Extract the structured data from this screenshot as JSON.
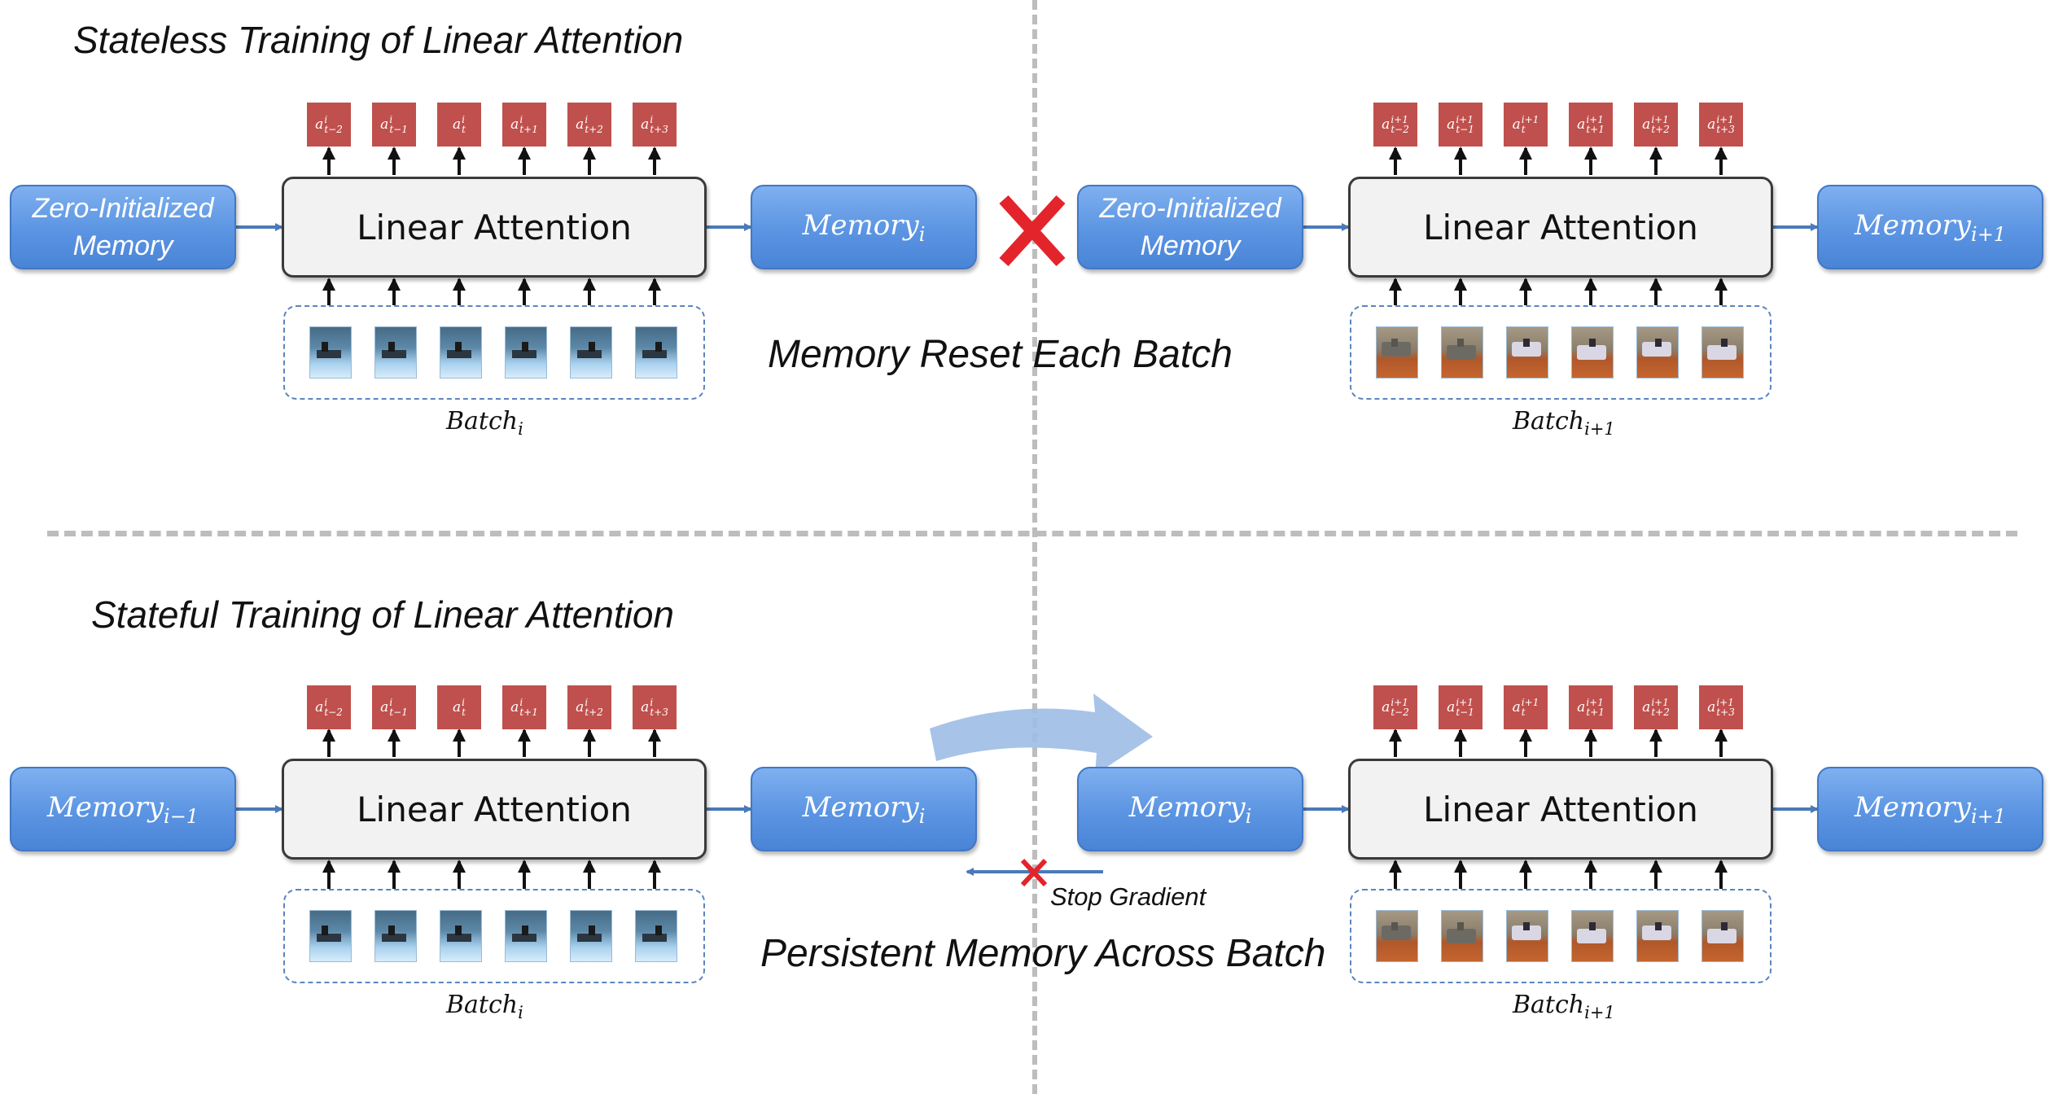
{
  "top_panel": {
    "title": "Stateless Training of Linear Attention",
    "caption": "Memory Reset Each Batch",
    "left": {
      "input_memory": "Zero-Initialized Memory",
      "model": "Linear Attention",
      "output_memory": {
        "base": "Memory",
        "sub": "i"
      },
      "batch": {
        "base": "Batch",
        "sub": "i"
      },
      "actions": [
        {
          "base": "a",
          "sup": "i",
          "sub": "t−2"
        },
        {
          "base": "a",
          "sup": "i",
          "sub": "t−1"
        },
        {
          "base": "a",
          "sup": "i",
          "sub": "t"
        },
        {
          "base": "a",
          "sup": "i",
          "sub": "t+1"
        },
        {
          "base": "a",
          "sup": "i",
          "sub": "t+2"
        },
        {
          "base": "a",
          "sup": "i",
          "sub": "t+3"
        }
      ]
    },
    "right": {
      "input_memory": "Zero-Initialized Memory",
      "model": "Linear Attention",
      "output_memory": {
        "base": "Memory",
        "sub": "i+1"
      },
      "batch": {
        "base": "Batch",
        "sub": "i+1"
      },
      "actions": [
        {
          "base": "a",
          "sup": "i+1",
          "sub": "t−2"
        },
        {
          "base": "a",
          "sup": "i+1",
          "sub": "t−1"
        },
        {
          "base": "a",
          "sup": "i+1",
          "sub": "t"
        },
        {
          "base": "a",
          "sup": "i+1",
          "sub": "t+1"
        },
        {
          "base": "a",
          "sup": "i+1",
          "sub": "t+2"
        },
        {
          "base": "a",
          "sup": "i+1",
          "sub": "t+3"
        }
      ]
    }
  },
  "bottom_panel": {
    "title": "Stateful Training of Linear Attention",
    "caption": "Persistent Memory Across Batch",
    "stop_gradient_label": "Stop Gradient",
    "left": {
      "input_memory": {
        "base": "Memory",
        "sub": "i−1"
      },
      "model": "Linear Attention",
      "output_memory": {
        "base": "Memory",
        "sub": "i"
      },
      "batch": {
        "base": "Batch",
        "sub": "i"
      },
      "actions": [
        {
          "base": "a",
          "sup": "i",
          "sub": "t−2"
        },
        {
          "base": "a",
          "sup": "i",
          "sub": "t−1"
        },
        {
          "base": "a",
          "sup": "i",
          "sub": "t"
        },
        {
          "base": "a",
          "sup": "i",
          "sub": "t+1"
        },
        {
          "base": "a",
          "sup": "i",
          "sub": "t+2"
        },
        {
          "base": "a",
          "sup": "i",
          "sub": "t+3"
        }
      ]
    },
    "right": {
      "input_memory": {
        "base": "Memory",
        "sub": "i"
      },
      "model": "Linear Attention",
      "output_memory": {
        "base": "Memory",
        "sub": "i+1"
      },
      "batch": {
        "base": "Batch",
        "sub": "i+1"
      },
      "actions": [
        {
          "base": "a",
          "sup": "i+1",
          "sub": "t−2"
        },
        {
          "base": "a",
          "sup": "i+1",
          "sub": "t−1"
        },
        {
          "base": "a",
          "sup": "i+1",
          "sub": "t"
        },
        {
          "base": "a",
          "sup": "i+1",
          "sub": "t+1"
        },
        {
          "base": "a",
          "sup": "i+1",
          "sub": "t+2"
        },
        {
          "base": "a",
          "sup": "i+1",
          "sub": "t+3"
        }
      ]
    }
  },
  "colors": {
    "memory_fill": "#5b94e2",
    "action_fill": "#c0504d",
    "connector_arrow": "#4a7ab8",
    "cross": "#e3242b",
    "divider": "#bdbdbd"
  }
}
